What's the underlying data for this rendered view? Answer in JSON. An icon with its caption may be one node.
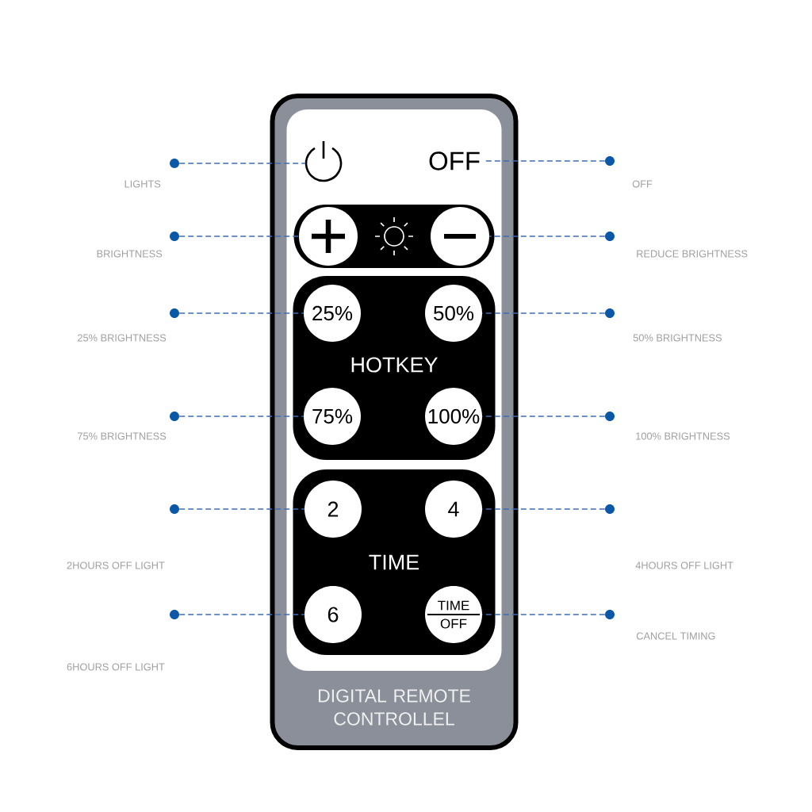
{
  "diagram": {
    "nodes": [
      {
        "text": [
          "DIGITAL REMOTE CONTROLLEL"
        ]
      },
      {
        "text": [],
        "shape": "box",
        "in": 0
      },
      {
        "text": [],
        "shape": "picture",
        "in": 1
      },
      {
        "text": [
          "OFF"
        ],
        "in": 1
      },
      {
        "text": [],
        "shape": "box",
        "in": 1
      },
      {
        "text": [],
        "shape": "circle",
        "in": 4
      },
      {
        "text": [],
        "shape": "circle",
        "in": 4
      },
      {
        "text": [
          "HOTKEY"
        ],
        "in": 1
      },
      {
        "text": [
          "25%"
        ],
        "in": 7
      },
      {
        "text": [
          "50%"
        ],
        "in": 7
      },
      {
        "text": [
          "75%"
        ],
        "in": 7
      },
      {
        "text": [
          "100%"
        ],
        "in": 7
      },
      {
        "text": [
          "TIME"
        ],
        "in": 1
      },
      {
        "text": [
          "2"
        ],
        "in": 12
      },
      {
        "text": [
          "4"
        ],
        "in": 12
      },
      {
        "text": [
          "6"
        ],
        "in": 12
      },
      {
        "text": [
          "TIME",
          "OFF"
        ],
        "in": 12
      },
      {
        "text": [],
        "shape": "circle",
        "beside": [
          "LIGHTS"
        ]
      },
      {
        "text": [],
        "shape": "circle",
        "beside": [
          "BRIGHTNESS"
        ]
      },
      {
        "text": [],
        "shape": "circle",
        "beside": [
          "25% BRIGHTNESS"
        ]
      },
      {
        "text": [],
        "shape": "circle",
        "beside": [
          "75% BRIGHTNESS"
        ]
      },
      {
        "text": [],
        "shape": "circle"
      },
      {
        "text": [],
        "shape": "circle"
      },
      {
        "text": [],
        "shape": "circle",
        "beside": [
          "OFF"
        ]
      },
      {
        "text": [],
        "shape": "circle",
        "beside": [
          "REDUCE BRIGHTNESS"
        ]
      },
      {
        "text": [],
        "shape": "circle",
        "beside": [
          "50% BRIGHTNESS"
        ]
      },
      {
        "text": [],
        "shape": "circle",
        "beside": [
          "100% BRIGHTNESS"
        ]
      },
      {
        "text": [],
        "shape": "circle"
      },
      {
        "text": [],
        "shape": "circle",
        "beside": [
          "CANCEL TIMING"
        ]
      }
    ],
    "edges": [
      {
        "from": 17,
        "to": 2,
        "arrow": "none",
        "style": "dashed"
      },
      {
        "from": 23,
        "to": 3,
        "arrow": "none",
        "style": "dashed"
      },
      {
        "from": 18,
        "to": 5,
        "arrow": "none",
        "style": "dashed"
      },
      {
        "from": 24,
        "to": 6,
        "arrow": "none",
        "style": "dashed"
      },
      {
        "from": 19,
        "to": 8,
        "arrow": "none",
        "style": "dashed"
      },
      {
        "from": 25,
        "to": 9,
        "arrow": "none",
        "style": "dashed"
      },
      {
        "from": 20,
        "to": 10,
        "arrow": "none",
        "style": "dashed"
      },
      {
        "from": 26,
        "to": 11,
        "arrow": "none",
        "style": "dashed"
      },
      {
        "from": 21,
        "to": 13,
        "arrow": "none",
        "style": "dashed"
      },
      {
        "from": 27,
        "to": 14,
        "arrow": "none",
        "style": "dashed"
      },
      {
        "from": 22,
        "to": 15,
        "arrow": "none",
        "style": "dashed"
      },
      {
        "from": 28,
        "to": 16,
        "arrow": "none",
        "style": "dashed"
      }
    ],
    "labels": [
      "2HOURS OFF LIGHT",
      "4HOURS OFF LIGHT",
      "6HOURS OFF LIGHT"
    ]
  }
}
